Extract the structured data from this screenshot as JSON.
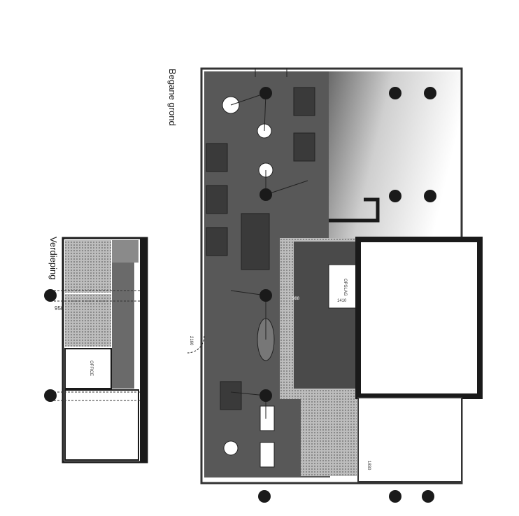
{
  "titles": {
    "ground_floor": "Begane grond",
    "upper_floor": "Verdieping"
  },
  "ground_floor_labels": {
    "storage": "OPSLAG",
    "dim_kitchen": "988",
    "dim_storage": "1410",
    "dim_entrance": "2160",
    "dim_bottom": "1830"
  },
  "upper_floor_labels": {
    "office": "OFFICE",
    "dim_side": "950"
  },
  "colors": {
    "floor": "#5a5a5a",
    "wall": "#1a1a1a",
    "tile": "#9a9a9a",
    "paper": "#ffffff"
  }
}
